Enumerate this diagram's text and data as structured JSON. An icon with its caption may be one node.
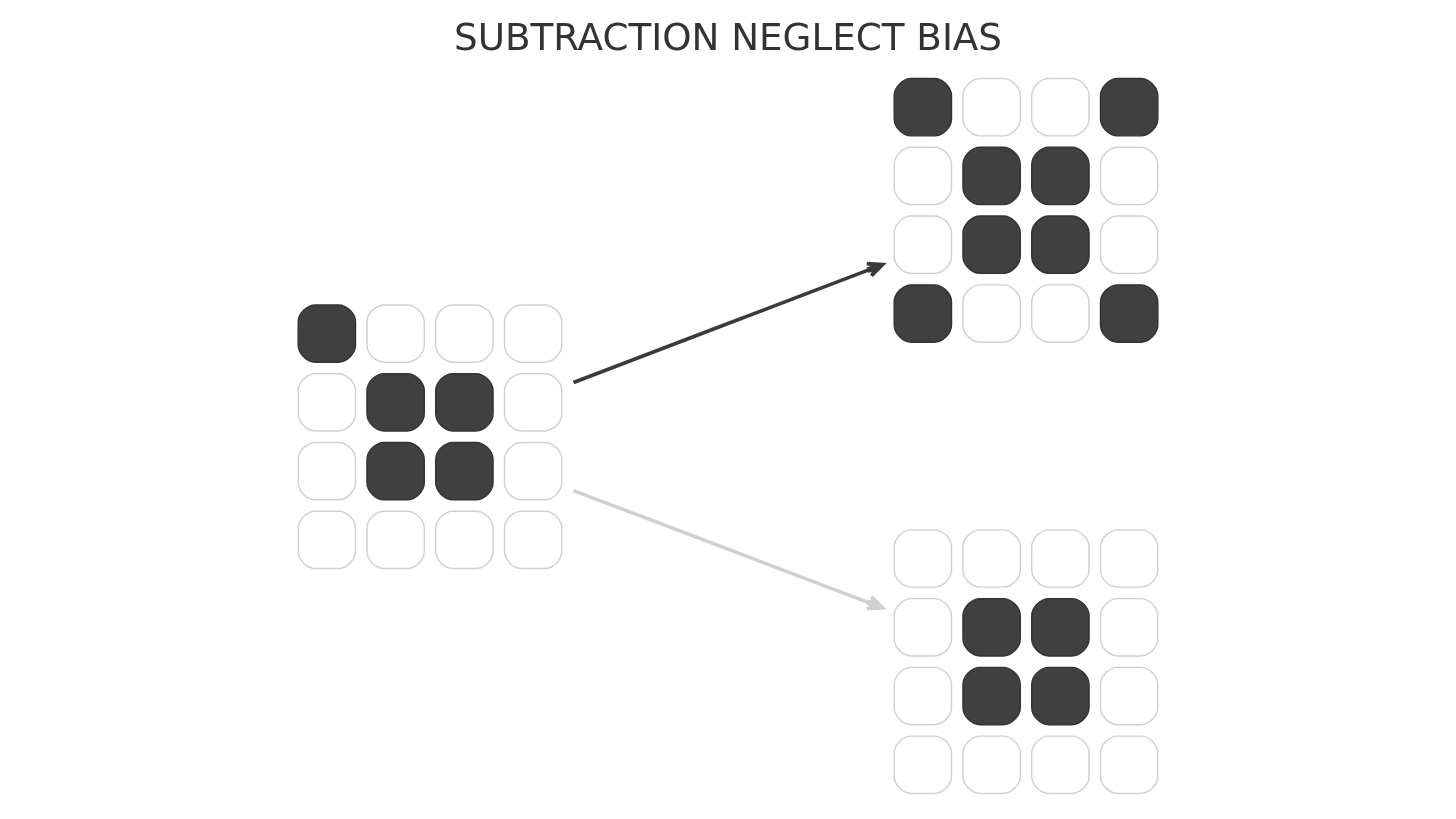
{
  "diagram": {
    "title": "SUBTRACTION NEGLECT BIAS",
    "nodes": [
      {
        "text": [],
        "shape": "grid"
      },
      {
        "text": [],
        "shape": "grid"
      },
      {
        "text": [],
        "shape": "grid"
      }
    ],
    "edges": [
      {
        "from": 0,
        "to": 1,
        "arrow": "to"
      },
      {
        "from": 0,
        "to": 2,
        "arrow": "to",
        "color": "#d0d0d0"
      }
    ]
  }
}
